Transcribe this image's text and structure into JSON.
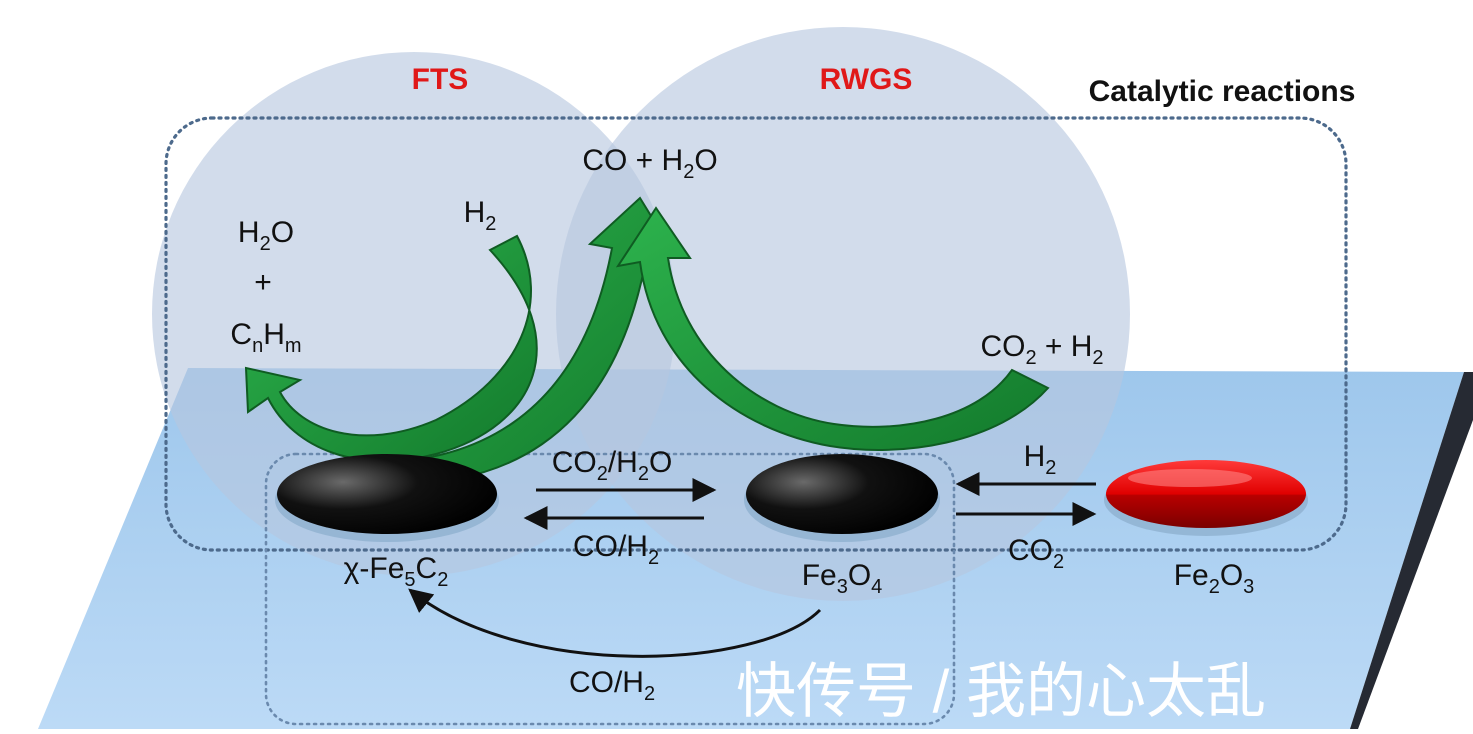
{
  "headers": {
    "fts": "FTS",
    "rwgs": "RWGS",
    "catalytic": "Catalytic reactions"
  },
  "species": {
    "fts_products": {
      "line1_base": "H",
      "line1_sub": "2",
      "line1_end": "O",
      "plus": "+",
      "line3_c": "C",
      "line3_n": "n",
      "line3_h": "H",
      "line3_m": "m"
    },
    "h2_top": {
      "base": "H",
      "sub": "2"
    },
    "co_h2o": {
      "pre": "CO + H",
      "sub": "2",
      "post": "O"
    },
    "co2_h2": {
      "pre": "CO",
      "sub": "2",
      "post": " + H",
      "sub2": "2"
    }
  },
  "phases": {
    "carbide": {
      "pre": "χ-Fe",
      "sub1": "5",
      "mid": "C",
      "sub2": "2"
    },
    "magnetite": {
      "pre": "Fe",
      "sub1": "3",
      "mid": "O",
      "sub2": "4"
    },
    "hematite": {
      "pre": "Fe",
      "sub1": "2",
      "mid": "O",
      "sub2": "3"
    }
  },
  "arrow_labels": {
    "co2_h2o": {
      "pre": "CO",
      "sub1": "2",
      "mid": "/H",
      "sub2": "2",
      "post": "O"
    },
    "co_h2_mid": {
      "pre": "CO/H",
      "sub": "2"
    },
    "h2_right": {
      "pre": "H",
      "sub": "2"
    },
    "co2_right": {
      "pre": "CO",
      "sub": "2"
    },
    "co_h2_bottom": {
      "pre": "CO/H",
      "sub": "2"
    }
  },
  "watermark": "快传号 / 我的心太乱",
  "colors": {
    "plane_fill": "#b3d4f2",
    "plane_edge": "#262a33",
    "circle_fill": "#b4c4de",
    "green_arrow": "#1c9b3b",
    "header_red": "#e01818",
    "dotted_border": "#4d6a8c"
  }
}
